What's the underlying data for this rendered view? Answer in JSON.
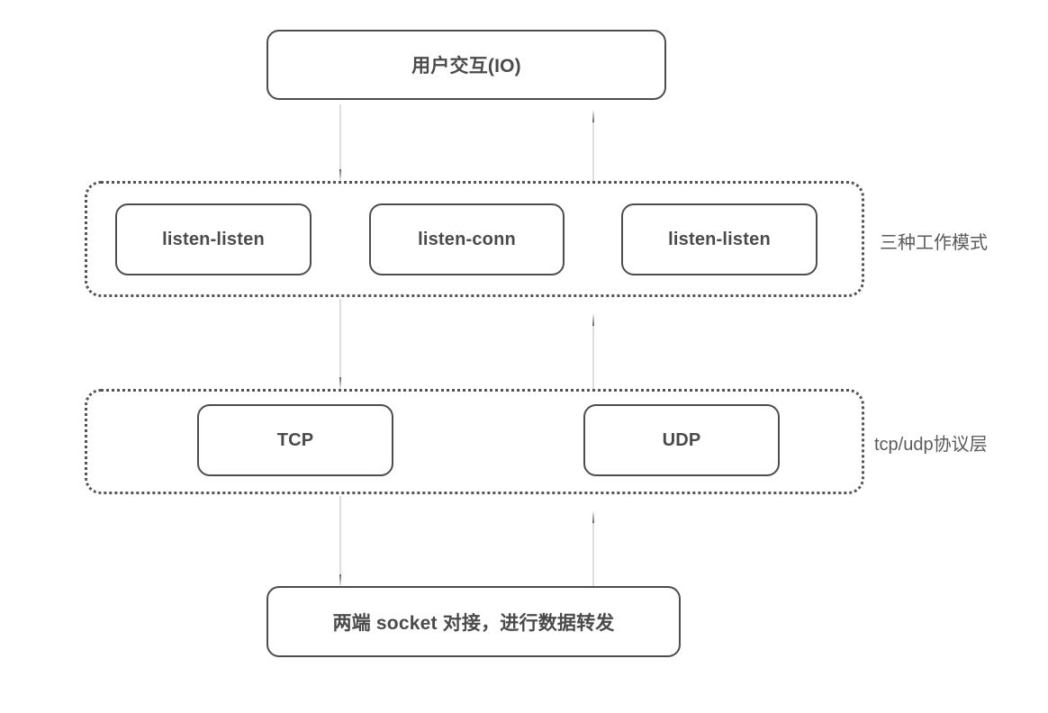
{
  "diagram": {
    "title_box": {
      "label": "用户交互(IO)"
    },
    "groups": [
      {
        "id": "modes",
        "label": "三种工作模式",
        "nodes": [
          {
            "id": "ll-1",
            "label": "listen-listen"
          },
          {
            "id": "lc",
            "label": "listen-conn"
          },
          {
            "id": "ll-2",
            "label": "listen-listen"
          }
        ]
      },
      {
        "id": "proto",
        "label": "tcp/udp协议层",
        "nodes": [
          {
            "id": "tcp",
            "label": "TCP"
          },
          {
            "id": "udp",
            "label": "UDP"
          }
        ]
      }
    ],
    "bottom_box": {
      "label": "两端 socket 对接，进行数据转发"
    },
    "arrows": [
      {
        "id": "io-down",
        "direction": "down",
        "from": "用户交互(IO)",
        "to": "三种工作模式"
      },
      {
        "id": "io-up",
        "direction": "up",
        "from": "三种工作模式",
        "to": "用户交互(IO)"
      },
      {
        "id": "mid-down",
        "direction": "down",
        "from": "三种工作模式",
        "to": "tcp/udp协议层"
      },
      {
        "id": "mid-up",
        "direction": "up",
        "from": "tcp/udp协议层",
        "to": "三种工作模式"
      },
      {
        "id": "bot-down",
        "direction": "down",
        "from": "tcp/udp协议层",
        "to": "两端 socket 对接，进行数据转发"
      },
      {
        "id": "bot-up",
        "direction": "up",
        "from": "两端 socket 对接，进行数据转发",
        "to": "tcp/udp协议层"
      }
    ],
    "colors": {
      "background": "#ffffff",
      "stroke": "#4d4d4d",
      "dotted_stroke": "#555555",
      "node_text": "#4a4a4a",
      "group_label_text": "#5b5b5b"
    }
  }
}
